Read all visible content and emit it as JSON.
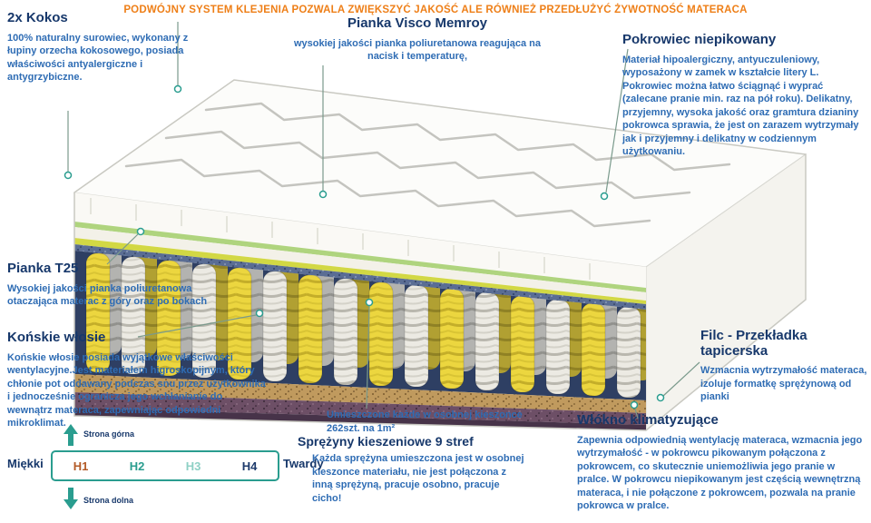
{
  "header": {
    "text": "PODWÓJNY SYSTEM KLEJENIA POZWALA ZWIĘKSZYĆ JAKOŚĆ ALE RÓWNIEŻ PRZEDŁUŻYĆ ŻYWOTNOŚĆ MATERACA"
  },
  "callouts": {
    "kokos": {
      "title": "2x Kokos",
      "body": "100% naturalny surowiec, wykonany z łupiny orzecha kokosowego, posiada właściwości antyalergiczne i antygrzybiczne."
    },
    "visco": {
      "title": "Pianka Visco Memroy",
      "body": "wysokiej jakości pianka poliuretanowa reagująca na nacisk i temperaturę,"
    },
    "pokrowiec": {
      "title": "Pokrowiec niepikowany",
      "body": "Materiał hipoalergiczny, antyuczuleniowy, wyposażony w zamek w kształcie litery L. Pokrowiec można łatwo ściągnąć i wyprać (zalecane pranie min. raz na pół roku). Delikatny, przyjemny, wysoka jakość oraz gramtura dzianiny pokrowca sprawia, że jest on zarazem wytrzymały jak i przyjemny i delikatny w codziennym użytkowaniu."
    },
    "pianka_t25": {
      "title": "Pianka T25",
      "body": "Wysokiej jakości pianka poliuretanowa otaczająca materac z góry oraz po bokach"
    },
    "konskie_wlosie": {
      "title": "Końskie włosie",
      "body": "Końskie włosie posiada wyjątkowe właściwości wentylacyjne.Jest materiałem higroskopijnym, który chłonie pot oddawany podczas snu przez użytkownika i jednocześnie ogranicza jego wchłanianie do wewnątrz materaca, zapewniając odpowiedni mikroklimat."
    },
    "filc": {
      "title": "Filc - Przekładka tapicerska",
      "body": "Wzmacnia wytrzymałość materaca, izoluje formatkę sprężynową od pianki"
    },
    "sprezyny": {
      "title": "Sprężyny kieszeniowe 9 stref",
      "note": "Umieszczone każde w osobnej kieszonce 262szt. na 1m²",
      "body": "Każda sprężyna umieszczona jest w osobnej kieszonce materiału, nie jest połączona z inną sprężyną, pracuje osobno, pracuje cicho!"
    },
    "wlokno": {
      "title": "Włókno klimatyzujące",
      "body": "Zapewnia odpowiednią wentylację materaca, wzmacnia jego wytrzymałość - w pokrowcu pikowanym połączona z pokrowcem, co skutecznie uniemożliwia jego pranie w pralce. W pokrowcu niepikowanym jest częścią wewnętrzną materaca, i nie połączone z pokrowcem, pozwala na pranie pokrowca w pralce."
    }
  },
  "firmness_scale": {
    "side_top": "Strona górna",
    "side_bottom": "Strona dolna",
    "soft_label": "Miękki",
    "hard_label": "Twardy",
    "levels": [
      {
        "label": "H1",
        "color": "#b35a26"
      },
      {
        "label": "H2",
        "color": "#2a9d8f"
      },
      {
        "label": "H3",
        "color": "#8ed0c5"
      },
      {
        "label": "H4",
        "color": "#1d3a6b"
      }
    ]
  },
  "theme": {
    "orange": "#ee7f18",
    "navy": "#17386b",
    "blue": "#2e6cb4",
    "teal": "#2a9d8f"
  }
}
